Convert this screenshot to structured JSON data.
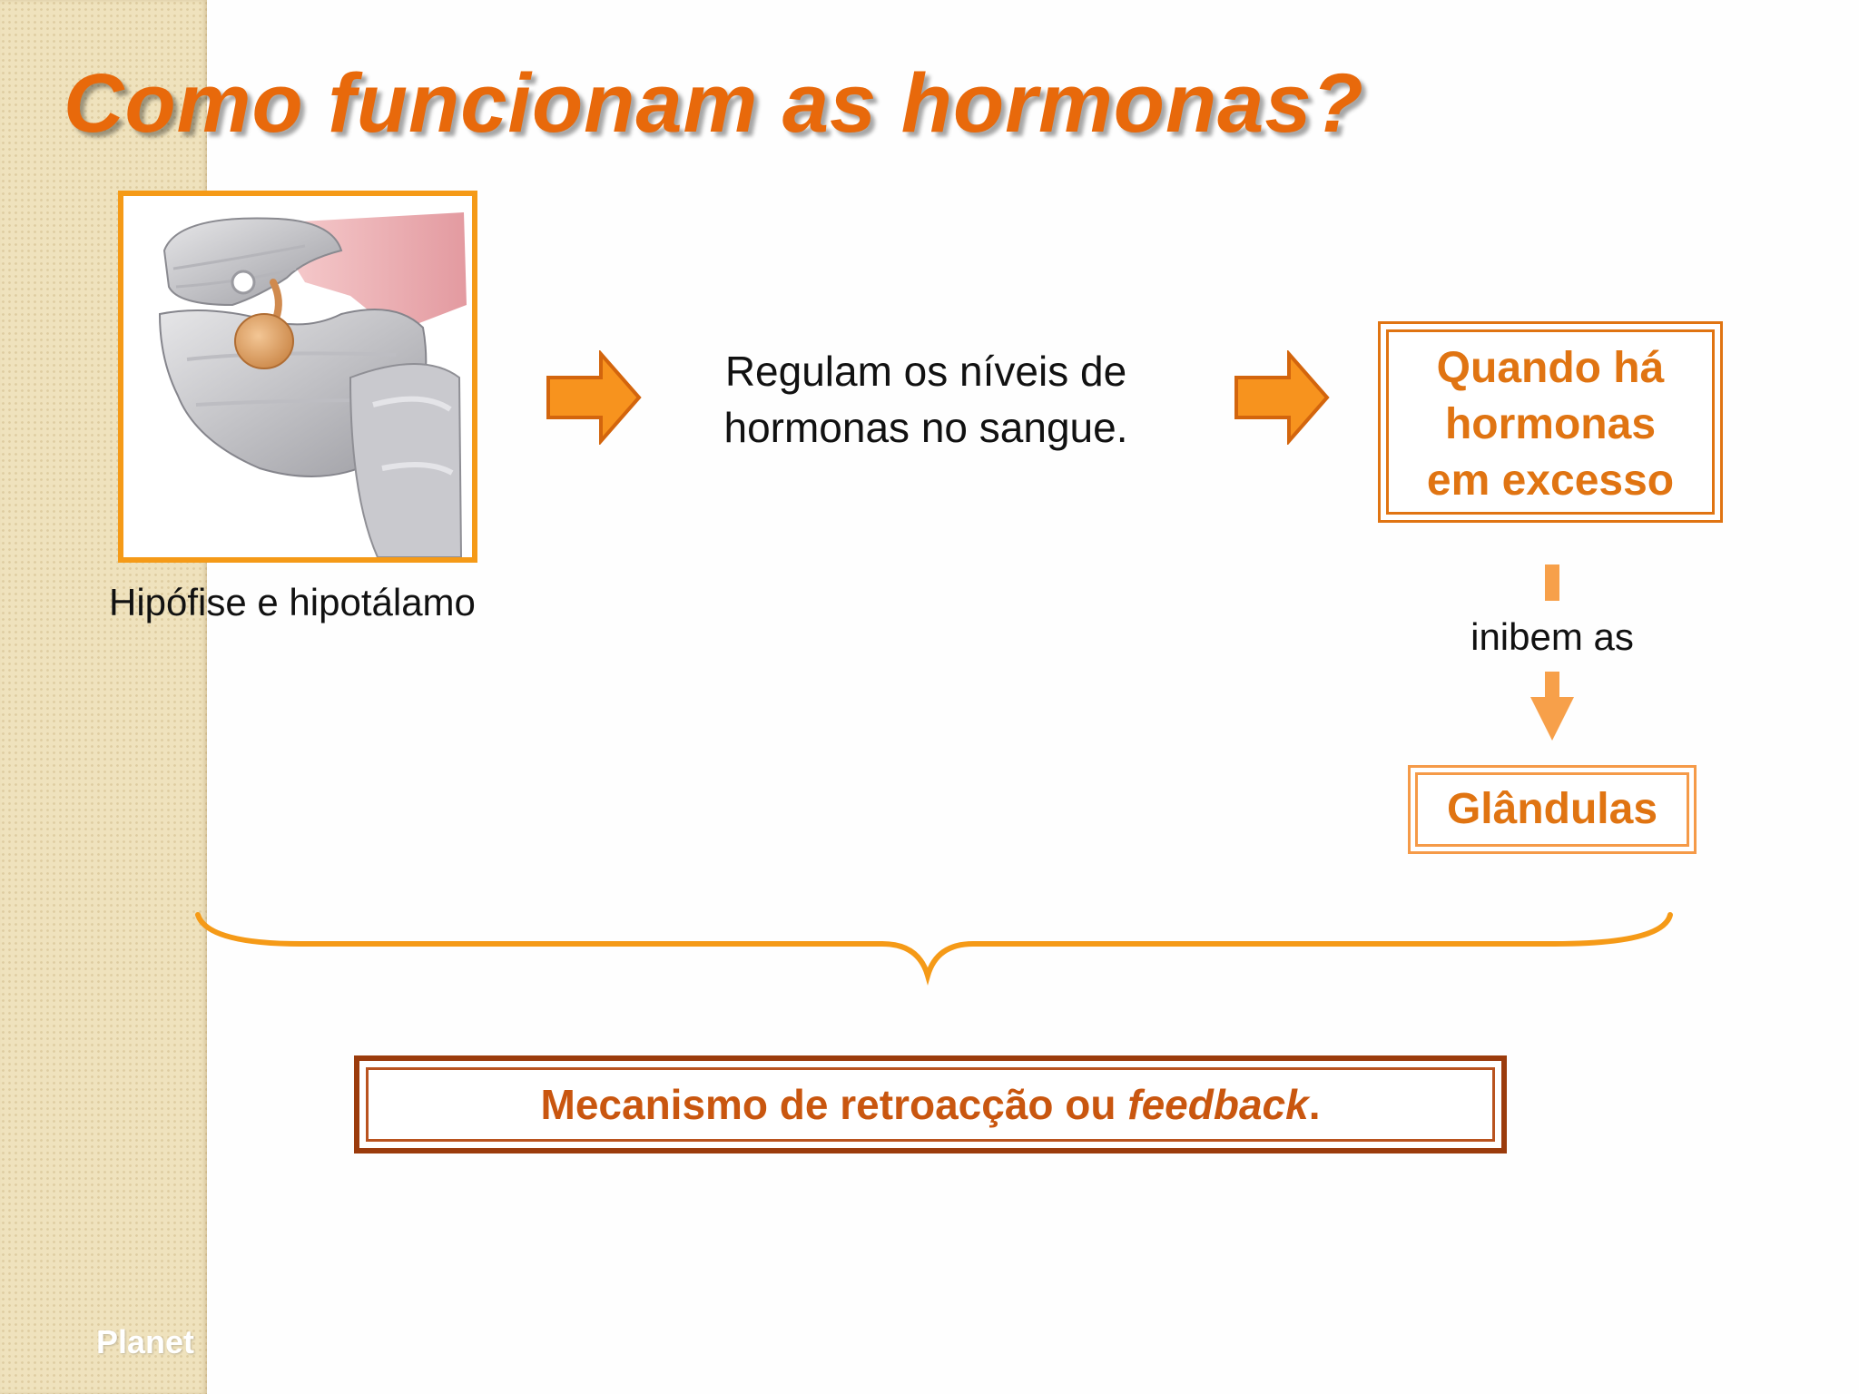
{
  "slide": {
    "title": "Como funcionam as hormonas?",
    "image_caption": "Hipófise e hipotálamo",
    "regulate_line1": "Regulam os níveis de",
    "regulate_line2": "hormonas no sangue.",
    "excess_box_line1": "Quando há",
    "excess_box_line2": "hormonas",
    "excess_box_line3": "em excesso",
    "inhibit_label": "inibem as",
    "glands_box": "Glândulas",
    "feedback_prefix": "Mecanismo de retroacção ou ",
    "feedback_italic": "feedback",
    "feedback_suffix": ".",
    "footer_mark": "Planet"
  },
  "colors": {
    "accent_orange": "#e8690b",
    "arrow_orange": "#f7931e",
    "feedback_border": "#9b3b0c",
    "side_strip": "#efe2bd"
  },
  "icons": {
    "arrow_right": "arrow-right-icon",
    "arrow_down": "arrow-down-icon",
    "brace": "curly-brace"
  }
}
